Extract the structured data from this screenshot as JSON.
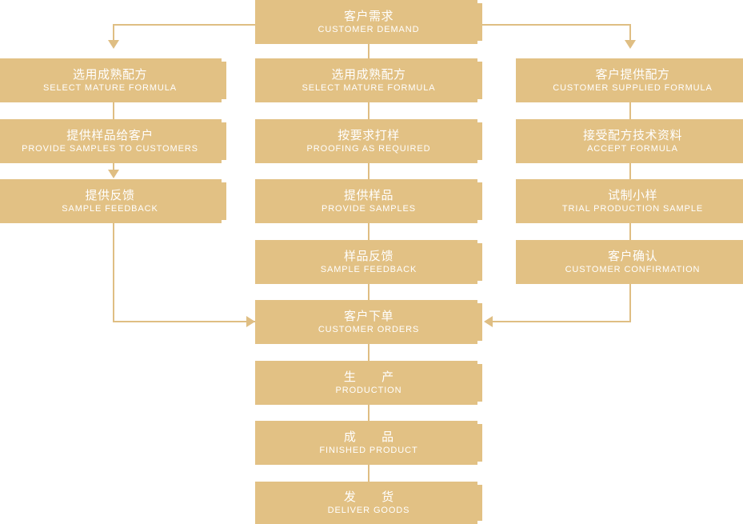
{
  "theme": {
    "box_fill": "#e2c184",
    "line_color": "#dfbe83",
    "text_color": "#ffffff",
    "background": "#ffffff"
  },
  "diagram": {
    "title_node": {
      "cn": "客户需求",
      "en": "CUSTOMER DEMAND"
    },
    "columns": {
      "left": [
        {
          "cn": "选用成熟配方",
          "en": "SELECT MATURE FORMULA"
        },
        {
          "cn": "提供样品给客户",
          "en": "PROVIDE SAMPLES TO CUSTOMERS"
        },
        {
          "cn": "提供反馈",
          "en": "SAMPLE FEEDBACK"
        }
      ],
      "middle": [
        {
          "cn": "选用成熟配方",
          "en": "SELECT MATURE FORMULA"
        },
        {
          "cn": "按要求打样",
          "en": "PROOFING AS REQUIRED"
        },
        {
          "cn": "提供样品",
          "en": "PROVIDE SAMPLES"
        },
        {
          "cn": "样品反馈",
          "en": "SAMPLE FEEDBACK"
        }
      ],
      "right": [
        {
          "cn": "客户提供配方",
          "en": "CUSTOMER SUPPLIED FORMULA"
        },
        {
          "cn": "接受配方技术资料",
          "en": "ACCEPT FORMULA"
        },
        {
          "cn": "试制小样",
          "en": "TRIAL PRODUCTION SAMPLE"
        },
        {
          "cn": "客户确认",
          "en": "CUSTOMER CONFIRMATION"
        }
      ]
    },
    "trunk": [
      {
        "cn": "客户下单",
        "en": "CUSTOMER ORDERS"
      },
      {
        "cn": "生 产",
        "en": "PRODUCTION"
      },
      {
        "cn": "成 品",
        "en": "FINISHED PRODUCT"
      },
      {
        "cn": "发 货",
        "en": "DELIVER GOODS"
      }
    ]
  }
}
